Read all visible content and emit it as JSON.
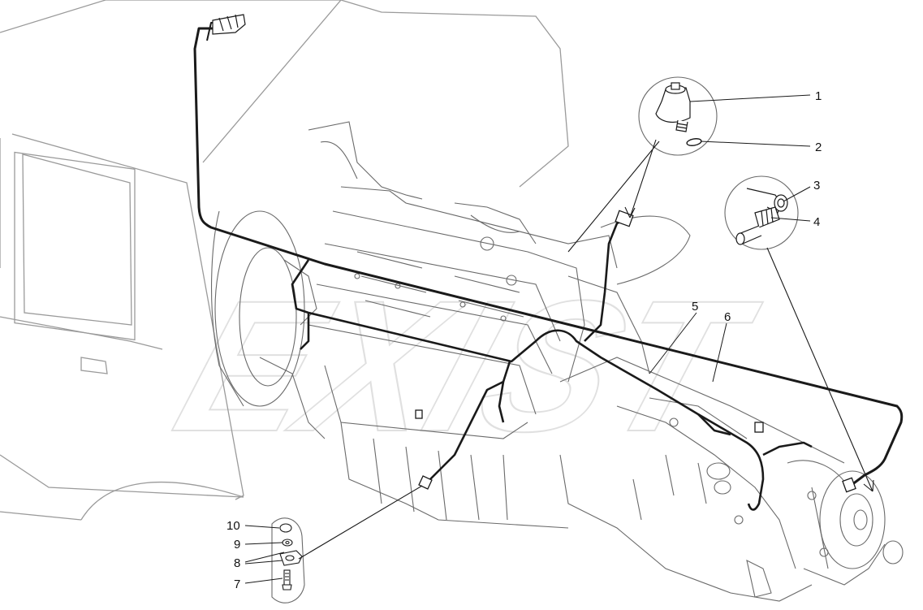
{
  "watermark": "EXIST",
  "callouts": [
    {
      "id": "1",
      "label": "1"
    },
    {
      "id": "2",
      "label": "2"
    },
    {
      "id": "3",
      "label": "3"
    },
    {
      "id": "4",
      "label": "4"
    },
    {
      "id": "5",
      "label": "5"
    },
    {
      "id": "6",
      "label": "6"
    },
    {
      "id": "7",
      "label": "7"
    },
    {
      "id": "8",
      "label": "8"
    },
    {
      "id": "9",
      "label": "9"
    },
    {
      "id": "10",
      "label": "10"
    }
  ],
  "colors": {
    "line": "#1a1a1a",
    "outline": "#6a6a6a",
    "cab": "#9a9a9a",
    "watermark": "#c8c8c8"
  }
}
